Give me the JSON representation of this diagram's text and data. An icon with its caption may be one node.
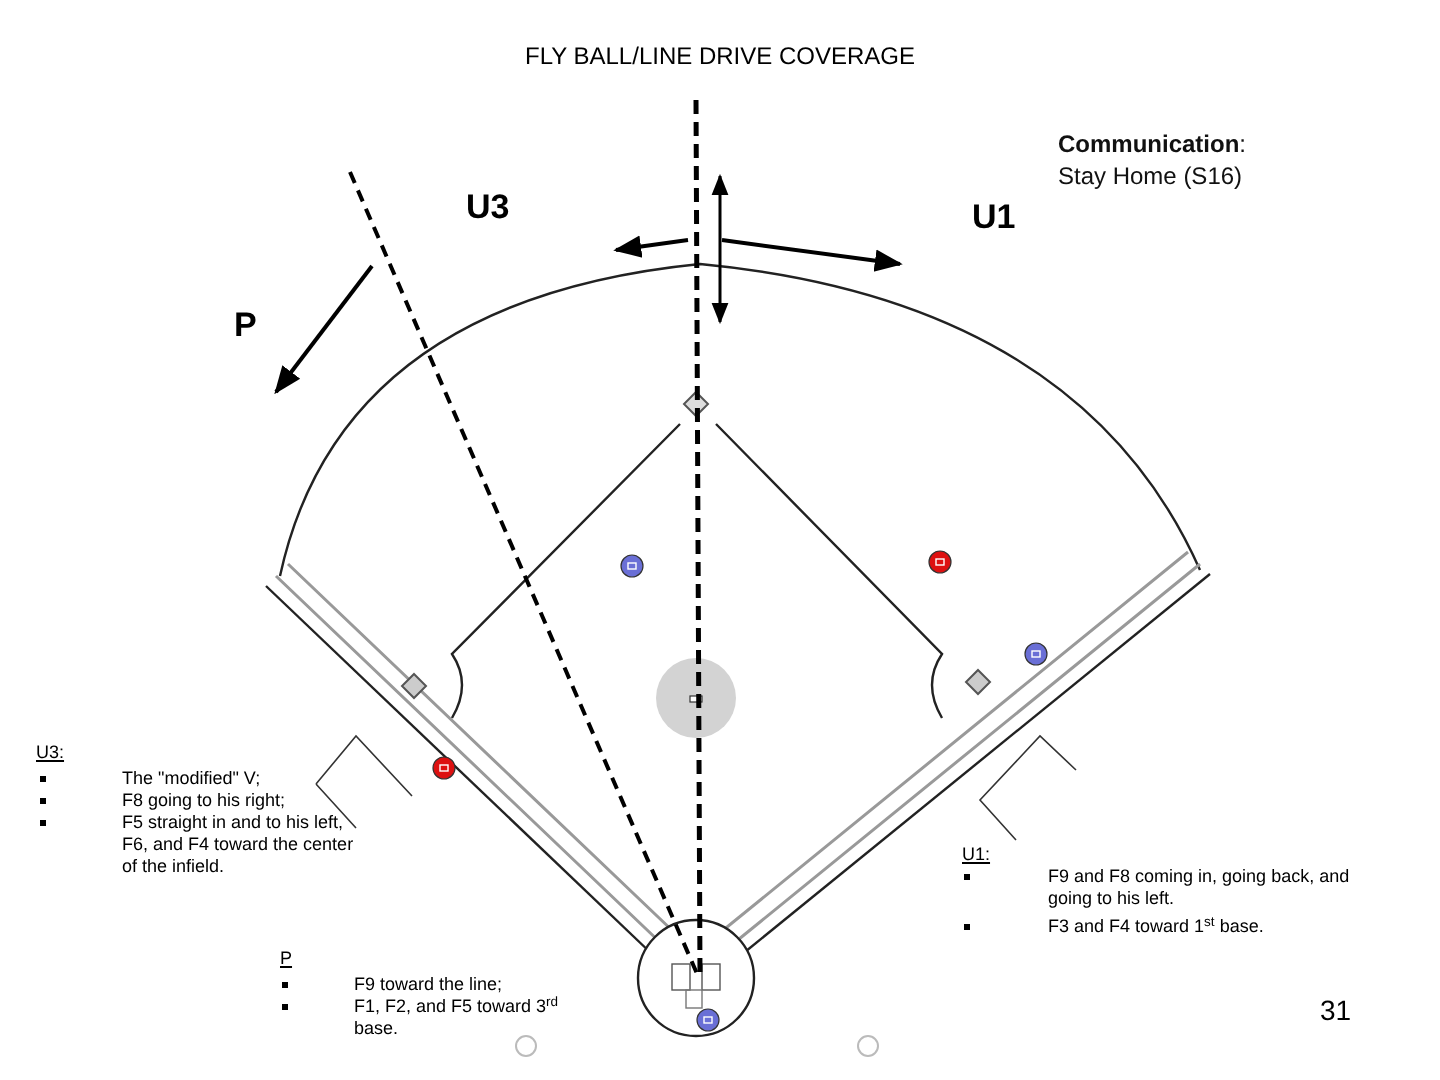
{
  "diagram": {
    "title": "FLY BALL/LINE DRIVE COVERAGE",
    "labels": [
      "U3",
      "U1",
      "P",
      "**Communication**: Stay Home (S16)",
      "U3:",
      "The \"modified\" V;",
      "F8 going to his right;",
      "F5 straight in and to his left, F6, and F4 toward the center of the infield.",
      "U1:",
      "F9 and F8 coming in, going back, and going to his left.",
      "F3 and F4 toward 1$^{st}$ base.",
      "P",
      "F9 toward the line;",
      "F1, F2, and F5 toward 3$^{rd}$ base.",
      "31"
    ]
  }
}
